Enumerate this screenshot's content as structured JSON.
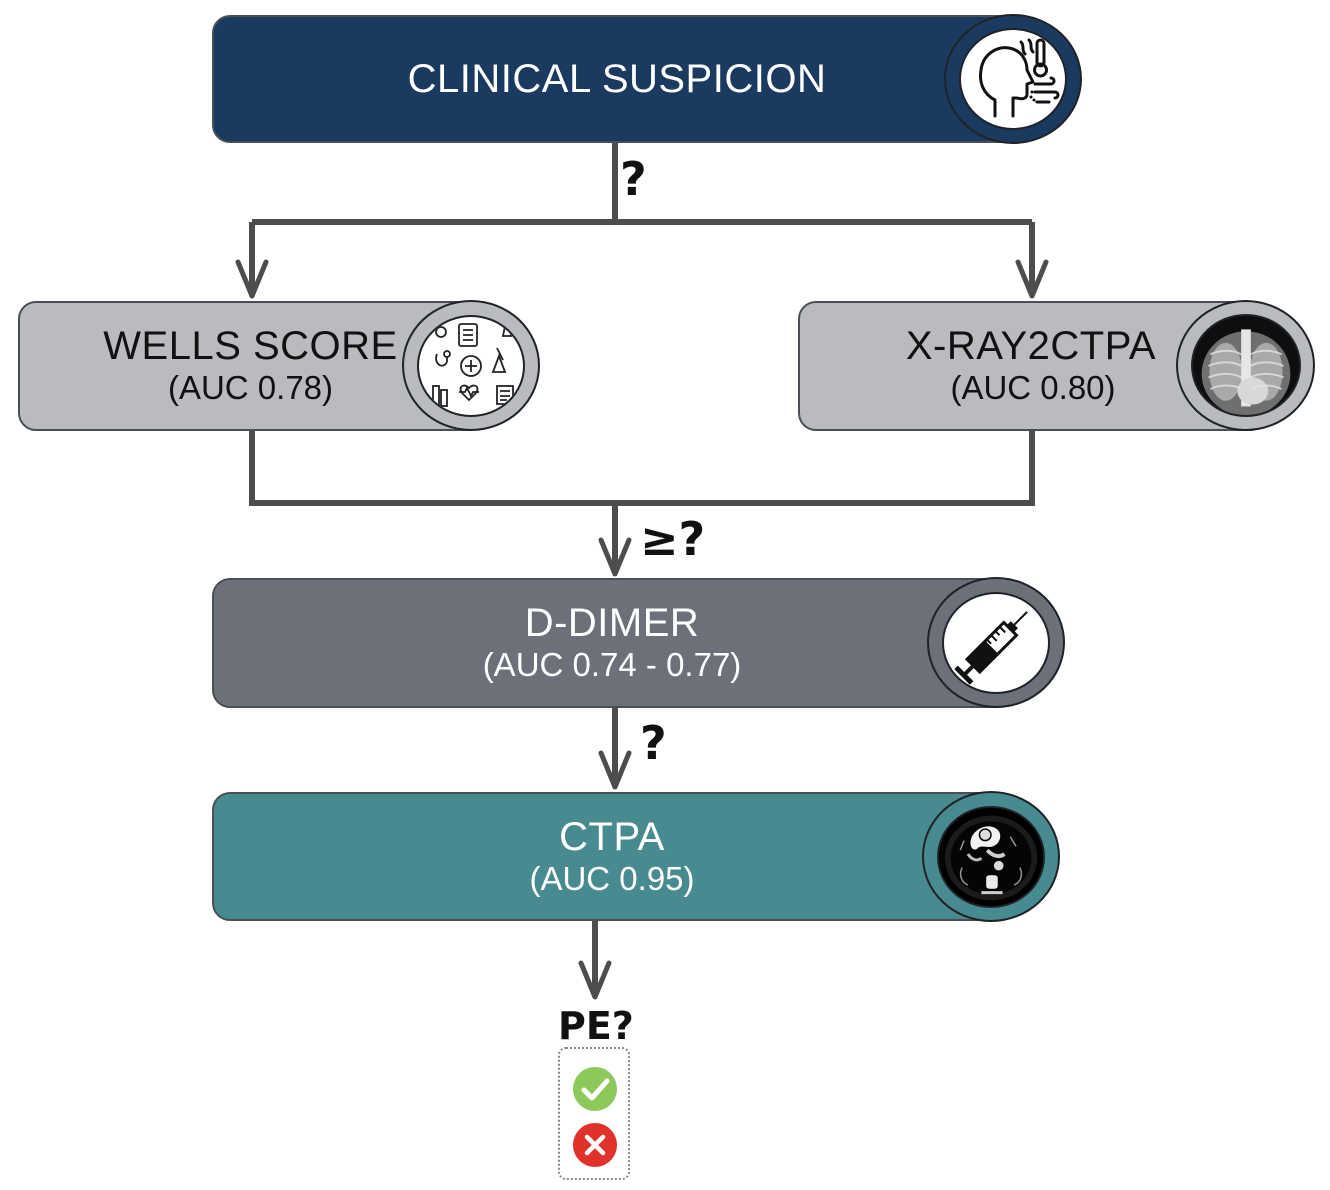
{
  "nodes": {
    "clinical": {
      "title": "CLINICAL SUSPICION",
      "color": "#1b3a60",
      "icon": "patient-symptoms-icon"
    },
    "wells": {
      "title": "WELLS SCORE",
      "sub": "(AUC 0.78)",
      "color": "#b9bbbe",
      "icon": "medical-checklist-icon"
    },
    "xray": {
      "title": "X-RAY2CTPA",
      "sub": "(AUC 0.80)",
      "color": "#b9bbbe",
      "icon": "chest-xray-icon"
    },
    "ddimer": {
      "title": "D-DIMER",
      "sub": "(AUC 0.74 - 0.77)",
      "color": "#6b7079",
      "icon": "syringe-icon"
    },
    "ctpa": {
      "title": "CTPA",
      "sub": "(AUC 0.95)",
      "color": "#478a8f",
      "icon": "ct-scan-icon"
    }
  },
  "edge_labels": {
    "clinical_split": "?",
    "merge_to_ddimer": "≥?",
    "ddimer_to_ctpa": "?"
  },
  "outcome": {
    "label": "PE?",
    "positive_icon": "check-circle-icon",
    "negative_icon": "x-circle-icon",
    "positive_color": "#8cc95a",
    "negative_color": "#e0322b"
  }
}
